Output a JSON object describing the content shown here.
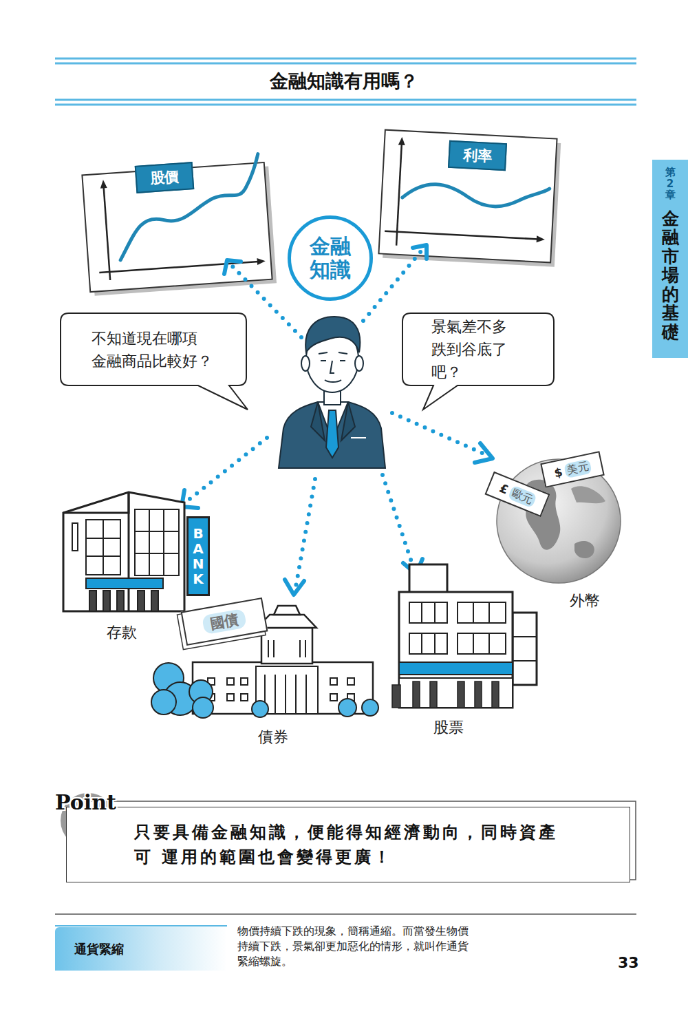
{
  "diagram": {
    "title": "金融知識有用嗎？",
    "nodes": [
      {
        "text": [
          "股價"
        ]
      },
      {
        "text": [
          "利率"
        ]
      },
      {
        "text": [
          "金融知識"
        ]
      },
      {
        "text": [
          "不知道現在哪項 金融商品比較好？"
        ]
      },
      {
        "text": [
          "景氣差不多 跌到谷底了吧？"
        ]
      },
      {
        "text": [
          "BANK"
        ]
      },
      {
        "text": [
          "國債"
        ]
      },
      {
        "text": [
          "$",
          "美元"
        ]
      },
      {
        "text": [
          "£",
          "歐元"
        ]
      },
      {
        "text": [
          "只要具備金融知識，便能得知經濟動向，同時資產可 運用的範圍也會變得更廣！"
        ]
      },
      {
        "text": [
          "通貨緊縮"
        ]
      },
      {
        "text": [
          "第2章",
          "金融市場的基礎"
        ]
      }
    ],
    "labels": [
      "存款",
      "債券",
      "股票",
      "外幣",
      "Point",
      "物價持續下跌的現象，簡稱通縮。而當發生物價 持續下跌，景氣卻更加惡化的情形，就叫作通貨 緊縮螺旋。",
      "33"
    ]
  }
}
